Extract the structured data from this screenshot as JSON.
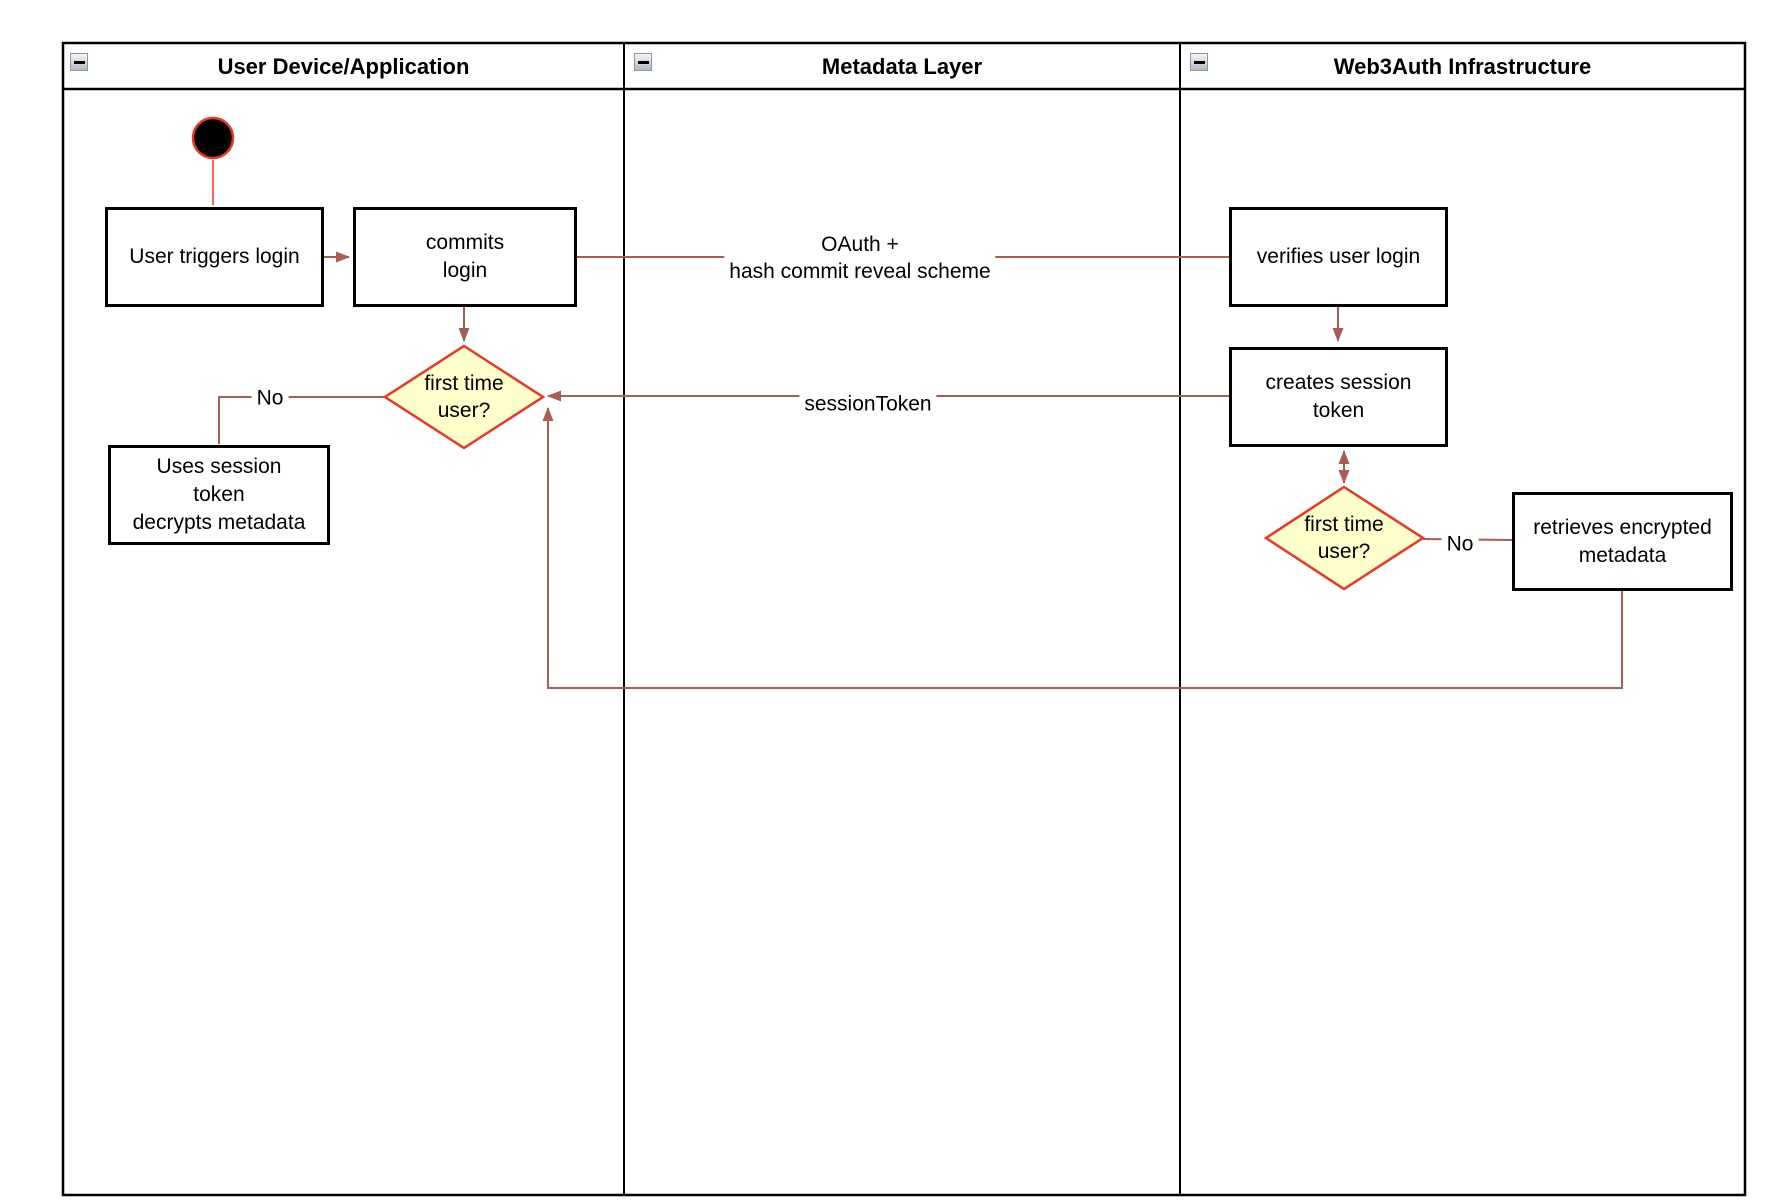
{
  "diagram": {
    "lanes": [
      {
        "title": "User Device/Application"
      },
      {
        "title": "Metadata Layer"
      },
      {
        "title": "Web3Auth Infrastructure"
      }
    ],
    "nodes": {
      "user_triggers_login": "User triggers login",
      "commits_login": "commits\nlogin",
      "verifies_user_login": "verifies user login",
      "creates_session_token": "creates session\ntoken",
      "uses_session_token": "Uses session\ntoken\ndecrypts metadata",
      "retrieves_encrypted_metadata": "retrieves encrypted\nmetadata",
      "first_time_user_1": "first time\nuser?",
      "first_time_user_2": "first time\nuser?"
    },
    "edge_labels": {
      "oauth": "OAuth +\nhash commit reveal scheme",
      "session_token": "sessionToken",
      "no_1": "No",
      "no_2": "No"
    },
    "icons": {
      "collapse": "minus-square"
    },
    "colors": {
      "connector": "#a85d55",
      "accent_red": "#ee3524",
      "decision_fill": "#ffffcc",
      "node_border": "#000000",
      "lane_border": "#000000"
    }
  }
}
